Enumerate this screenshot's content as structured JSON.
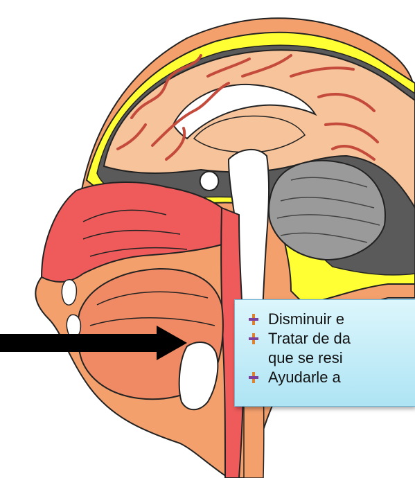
{
  "callout": {
    "items": [
      {
        "text": "Disminuir e",
        "continuation": ""
      },
      {
        "text": "Tratar de da",
        "continuation": "que se resi"
      },
      {
        "text": "Ayudarle a",
        "continuation": ""
      }
    ],
    "bullet_icon": "plus-bullet-icon"
  },
  "colors": {
    "outline": "#222222",
    "skin": "#f3a06d",
    "brain": "#f6c39a",
    "vessels": "#c44a3c",
    "nose_cavity": "#ef5b5b",
    "fat_layer": "#ffff33",
    "cerebellum": "#9a9a9a",
    "spinal_cord": "#ffffff",
    "dark_space": "#5a5a5a",
    "callout_top": "#dcf6fc",
    "callout_bottom": "#aee4f4",
    "arrow": "#000000"
  }
}
